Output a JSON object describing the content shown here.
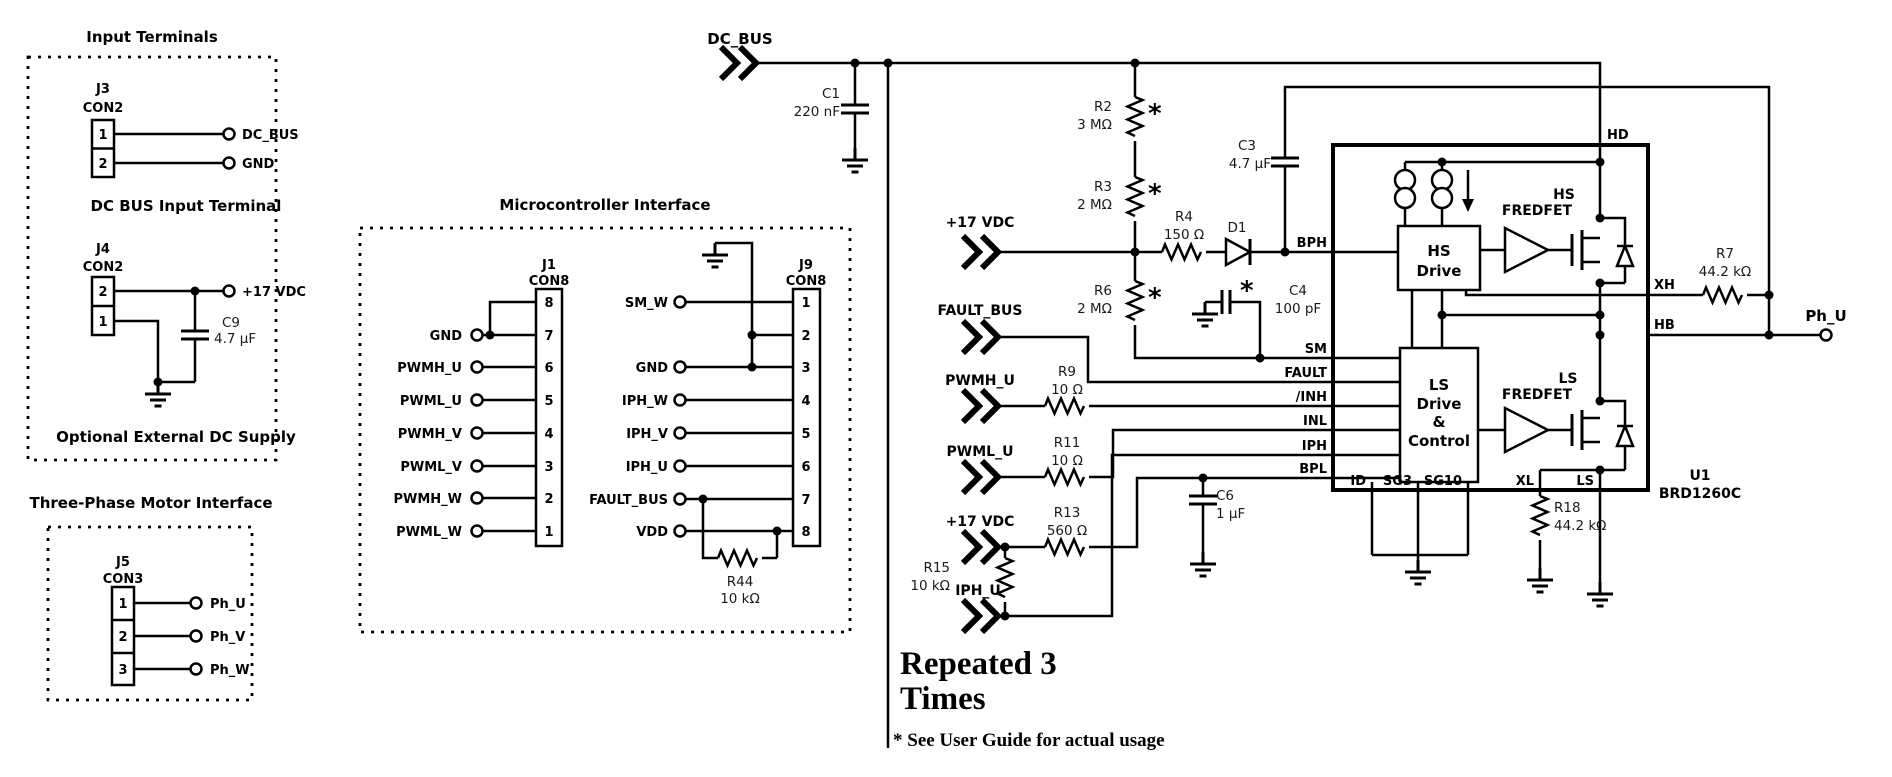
{
  "input_terminals": {
    "title": "Input Terminals",
    "subtitle1": "DC BUS Input Terminal",
    "subtitle2": "Optional External DC Supply",
    "j3": {
      "ref": "J3",
      "type": "CON2",
      "pin1": "1",
      "pin2": "2",
      "net1": "DC_BUS",
      "net2": "GND"
    },
    "j4": {
      "ref": "J4",
      "type": "CON2",
      "pin_top": "2",
      "pin_bottom": "1",
      "net": "+17 VDC"
    },
    "c9": {
      "ref": "C9",
      "value": "4.7 µF"
    }
  },
  "motor_interface": {
    "title": "Three-Phase Motor Interface",
    "j5": {
      "ref": "J5",
      "type": "CON3",
      "pin1": "1",
      "pin2": "2",
      "pin3": "3",
      "net1": "Ph_U",
      "net2": "Ph_V",
      "net3": "Ph_W"
    }
  },
  "mcu_interface": {
    "title": "Microcontroller Interface",
    "j1": {
      "ref": "J1",
      "type": "CON8",
      "pin_numbers": [
        "8",
        "7",
        "6",
        "5",
        "4",
        "3",
        "2",
        "1"
      ],
      "labels": [
        "GND",
        "PWMH_U",
        "PWML_U",
        "PWMH_V",
        "PWML_V",
        "PWMH_W",
        "PWML_W"
      ]
    },
    "j9": {
      "ref": "J9",
      "type": "CON8",
      "pin_numbers": [
        "1",
        "2",
        "3",
        "4",
        "5",
        "6",
        "7",
        "8"
      ],
      "labels": {
        "sm_w": "SM_W",
        "gnd": "GND",
        "iph_w": "IPH_W",
        "iph_v": "IPH_V",
        "iph_u": "IPH_U",
        "fault_bus": "FAULT_BUS",
        "vdd": "VDD"
      }
    },
    "r44": {
      "ref": "R44",
      "value": "10 kΩ"
    }
  },
  "main": {
    "nets": {
      "dc_bus": "DC_BUS",
      "vdc17": "+17 VDC",
      "fault_bus": "FAULT_BUS",
      "pwmh_u": "PWMH_U",
      "pwml_u": "PWML_U",
      "vdc17_b": "+17 VDC",
      "iph_u": "IPH_U",
      "ph_u": "Ph_U"
    },
    "asterisk": "*",
    "components": {
      "c1": {
        "ref": "C1",
        "value": "220 nF"
      },
      "r2": {
        "ref": "R2",
        "value": "3 MΩ"
      },
      "r3": {
        "ref": "R3",
        "value": "2 MΩ"
      },
      "r4": {
        "ref": "R4",
        "value": "150 Ω"
      },
      "r6": {
        "ref": "R6",
        "value": "2 MΩ"
      },
      "d1": {
        "ref": "D1"
      },
      "c3": {
        "ref": "C3",
        "value": "4.7 µF"
      },
      "c4": {
        "ref": "C4",
        "value": "100 pF"
      },
      "r9": {
        "ref": "R9",
        "value": "10 Ω"
      },
      "r11": {
        "ref": "R11",
        "value": "10 Ω"
      },
      "r13": {
        "ref": "R13",
        "value": "560 Ω"
      },
      "r15": {
        "ref": "R15",
        "value": "10 kΩ"
      },
      "c6": {
        "ref": "C6",
        "value": "1 µF"
      },
      "r7": {
        "ref": "R7",
        "value": "44.2 kΩ"
      },
      "r18": {
        "ref": "R18",
        "value": "44.2 kΩ"
      }
    }
  },
  "chip": {
    "ref": "U1",
    "part": "BRD1260C",
    "pins": {
      "bph": "BPH",
      "sm": "SM",
      "fault": "FAULT",
      "inh": "/INH",
      "inl": "INL",
      "iph": "IPH",
      "bpl": "BPL",
      "hd": "HD",
      "xh": "XH",
      "hb": "HB",
      "id": "ID",
      "sg3": "SG3",
      "sg10": "SG10",
      "xl": "XL",
      "ls": "LS"
    },
    "hs_drive": {
      "line1": "HS",
      "line2": "Drive"
    },
    "ls_drive": {
      "line1": "LS",
      "line2": "Drive",
      "line3": "&",
      "line4": "Control"
    },
    "hs_fredfet": {
      "line1": "HS",
      "line2": "FREDFET"
    },
    "ls_fredfet": {
      "line1": "LS",
      "line2": "FREDFET"
    }
  },
  "notes": {
    "repeated1": "Repeated 3",
    "repeated2": "Times",
    "footnote": "* See User Guide for actual usage"
  }
}
